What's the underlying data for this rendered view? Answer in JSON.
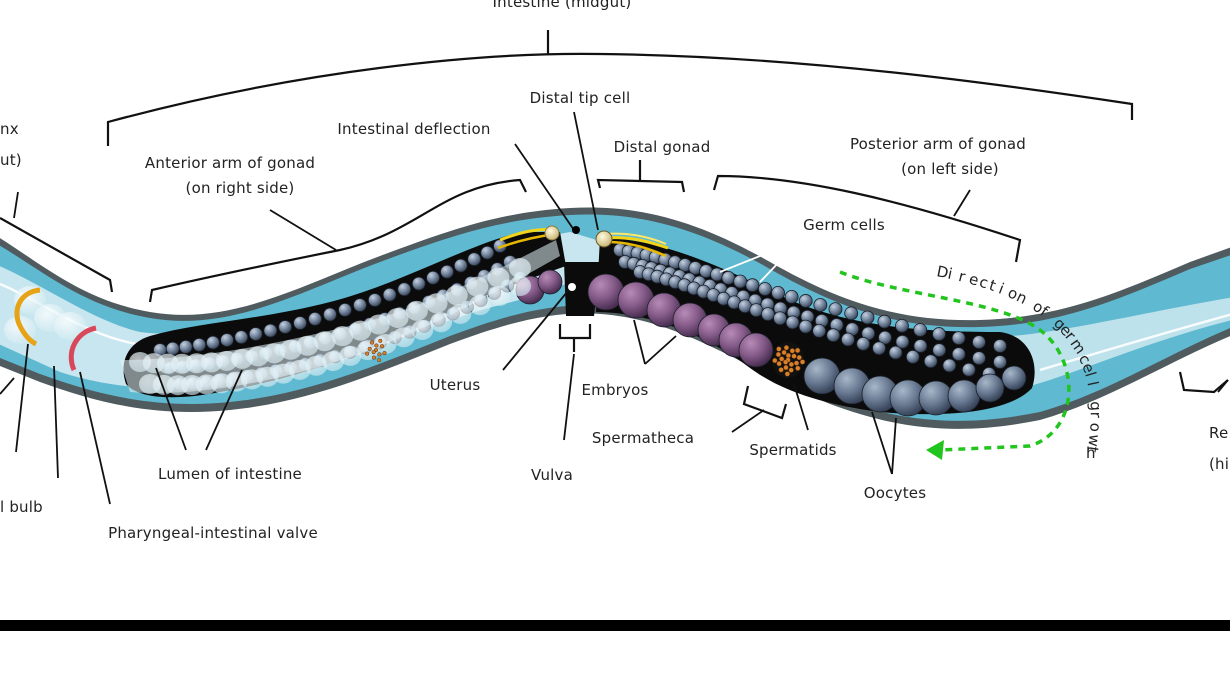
{
  "labels": {
    "intestine_midgut": "Intestine (midgut)",
    "pharynx_partial": "nx",
    "foregut_partial": "ut)",
    "bulb_partial": "l bulb",
    "anterior_arm_line1": "Anterior arm of gonad",
    "anterior_arm_line2": "(on right side)",
    "intestinal_deflection": "Intestinal deflection",
    "distal_tip_cell": "Distal tip cell",
    "distal_gonad": "Distal gonad",
    "posterior_arm_line1": "Posterior arm of gonad",
    "posterior_arm_line2": "(on left side)",
    "germ_cells": "Germ cells",
    "direction_of_germ_cell_growth": "Direction of germ cell growth",
    "uterus": "Uterus",
    "embryos": "Embryos",
    "spermatheca": "Spermatheca",
    "spermatids": "Spermatids",
    "oocytes": "Oocytes",
    "vulva": "Vulva",
    "lumen_of_intestine": "Lumen of intestine",
    "pharyngeal_intestinal_valve": "Pharyngeal-intestinal valve",
    "rectum_partial": "Re",
    "hindgut_partial": "(hi"
  },
  "colors": {
    "body_outline": "#4a5558",
    "body_fill": "#59b7cf",
    "intestine": "#c9e6ef",
    "gonad_black": "#0a0a0a",
    "germ_cell": "#8896aa",
    "embryo": "#8a5f8c",
    "oocyte": "#6c7d94",
    "spermatid": "#d9802a",
    "arrow_green": "#22c41e",
    "tip_cell_yellow": "#f2d51b",
    "pharynx_ring_orange": "#e6a315",
    "valve_red": "#d9475a"
  }
}
